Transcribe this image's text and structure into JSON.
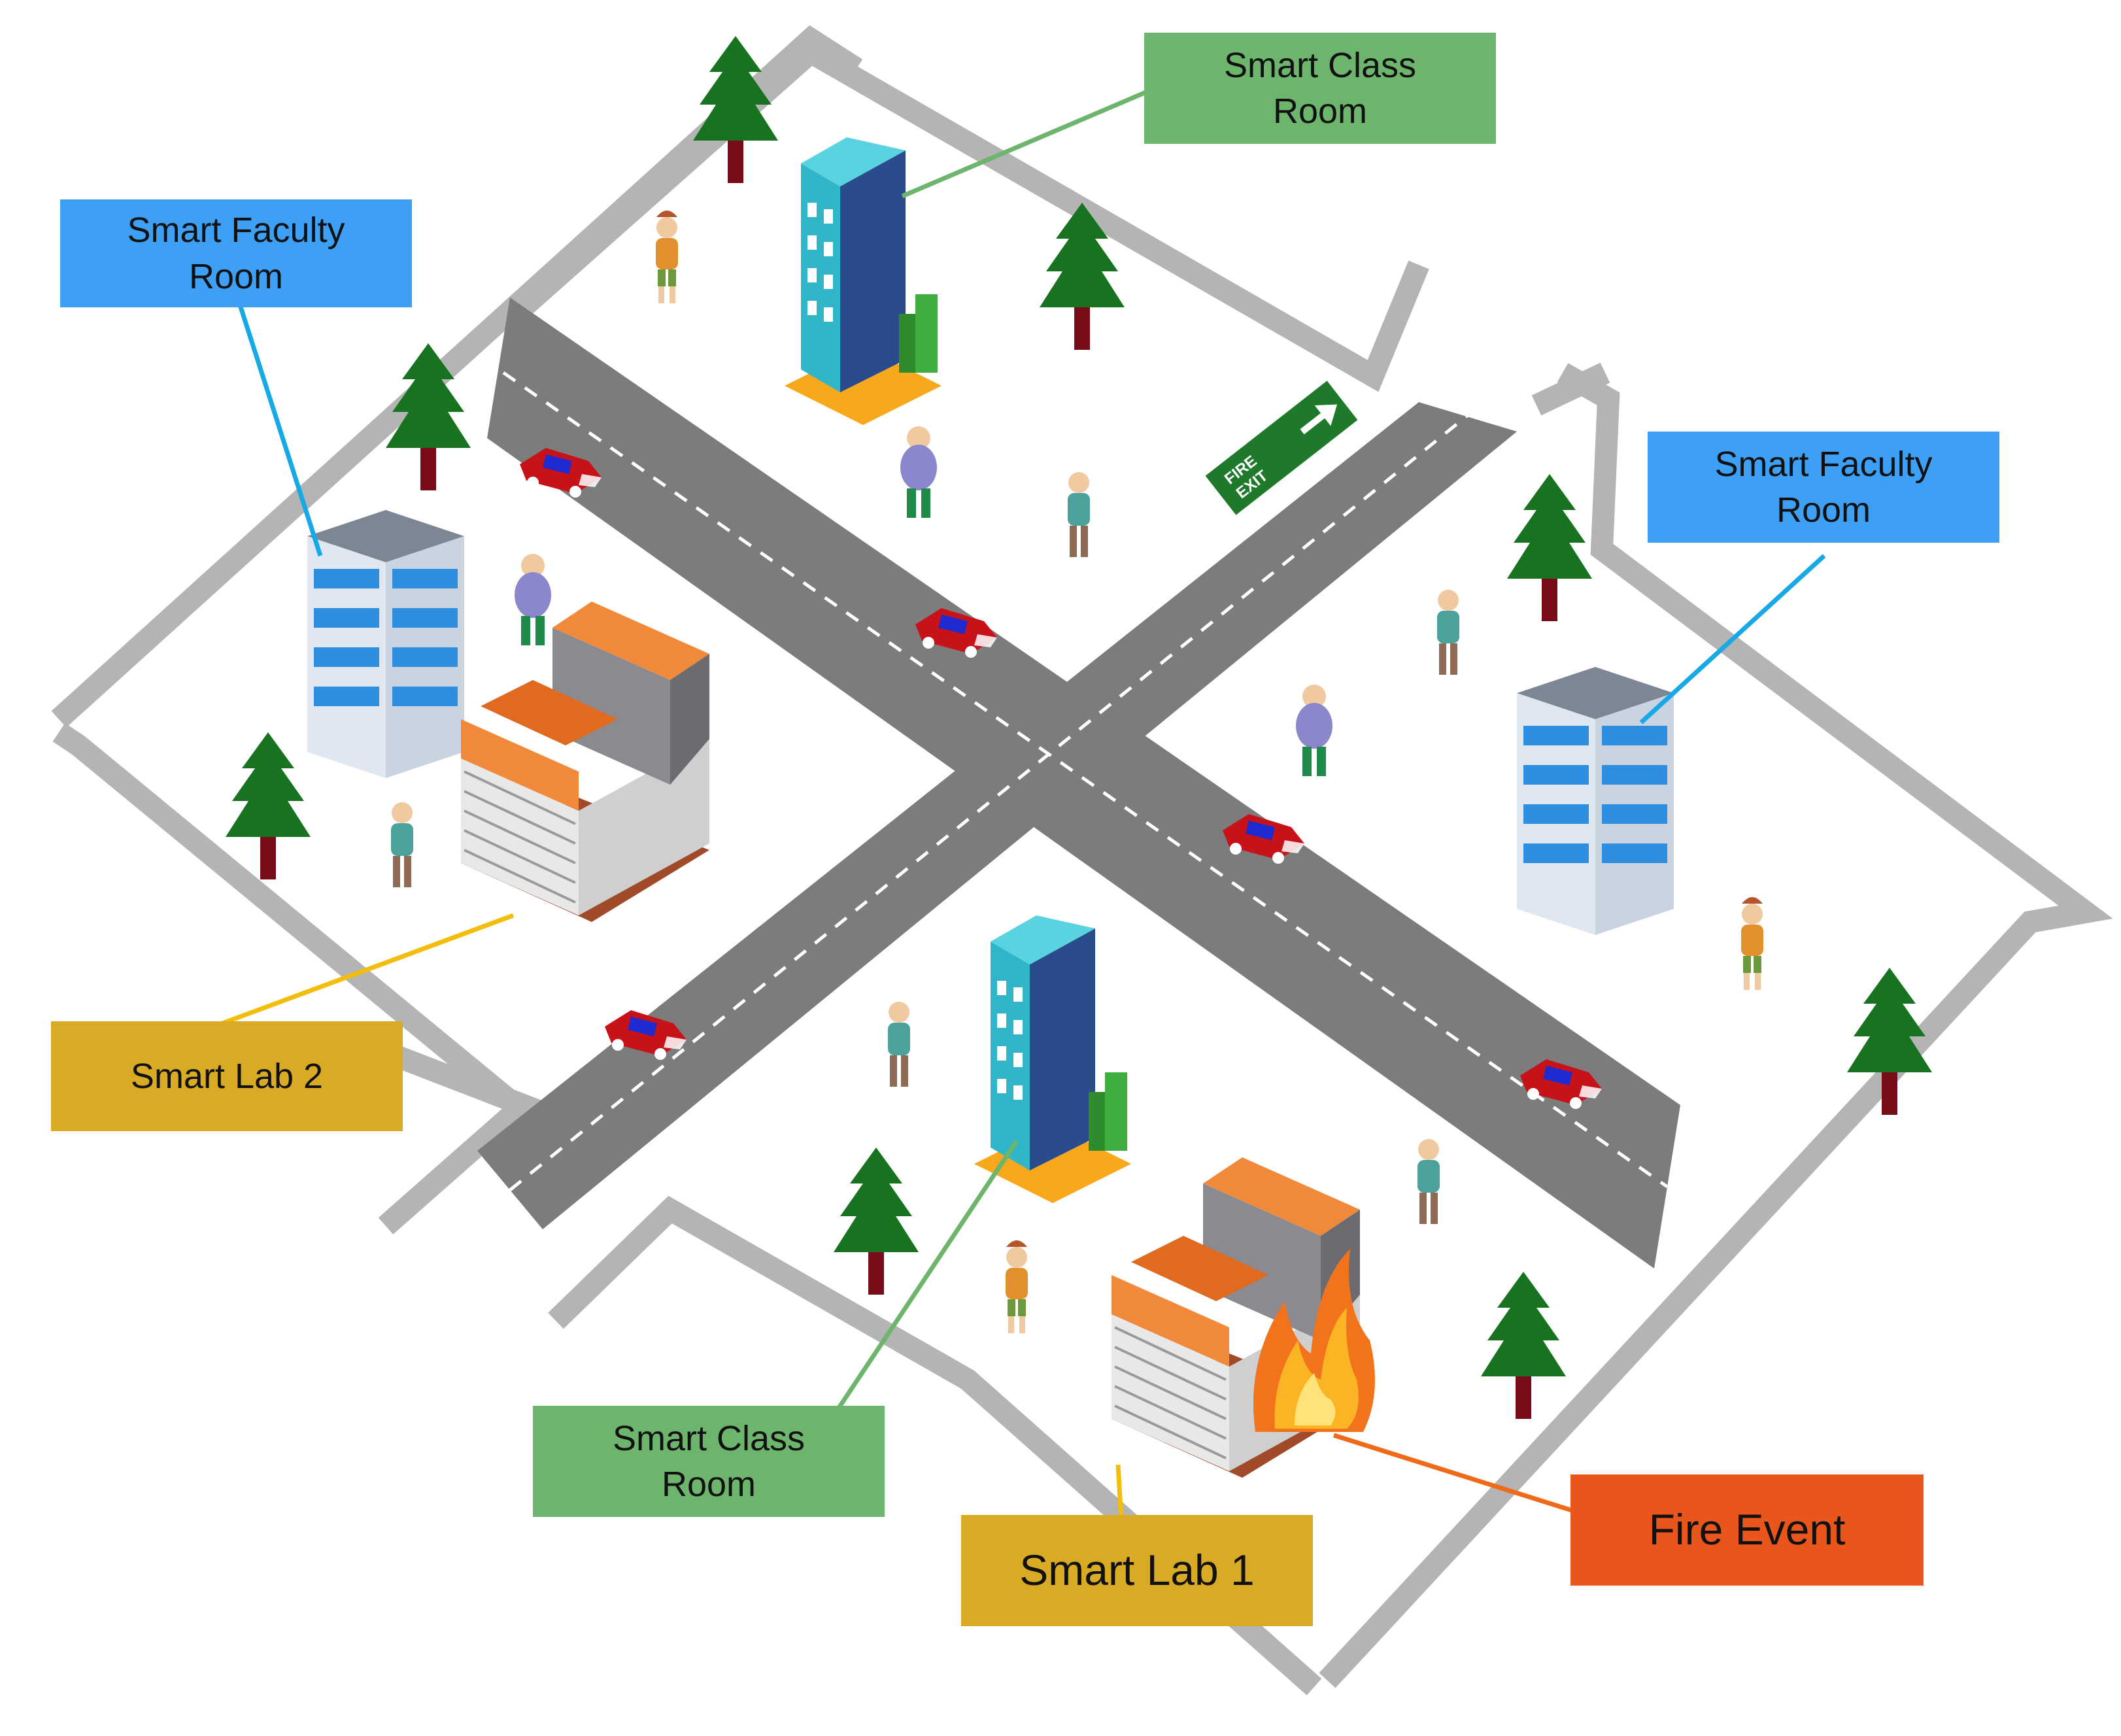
{
  "colors": {
    "wall": "#b4b4b4",
    "road": "#7c7c7c",
    "road_dash": "#ffffff",
    "tree": "#17731f",
    "trunk": "#7a0c19",
    "faculty_label": "#3ea0f4",
    "class_label": "#6db56d",
    "lab_label": "#d9ab24",
    "fire_label": "#e8561b",
    "faculty_line": "#17a9e6",
    "class_line": "#6db56d",
    "lab_line": "#f2bd0b",
    "fire_line": "#ef6b1a"
  },
  "labels": {
    "faculty_top_left": "Smart Faculty\nRoom",
    "faculty_right": "Smart Faculty\nRoom",
    "class_top": "Smart Class\nRoom",
    "class_bottom": "Smart Class\nRoom",
    "lab_2": "Smart Lab 2",
    "lab_1": "Smart Lab 1",
    "fire_event": "Fire Event"
  },
  "sign": {
    "fire_exit": "FIRE\nEXIT"
  },
  "icons": {
    "building": "office-building-icon",
    "faculty_building": "faculty-building-icon",
    "lab_building": "lab-building-icon",
    "tree": "pine-tree-icon",
    "car": "car-icon",
    "person": "pedestrian-icon",
    "fire": "fire-icon",
    "exit_sign": "fire-exit-sign-icon"
  }
}
